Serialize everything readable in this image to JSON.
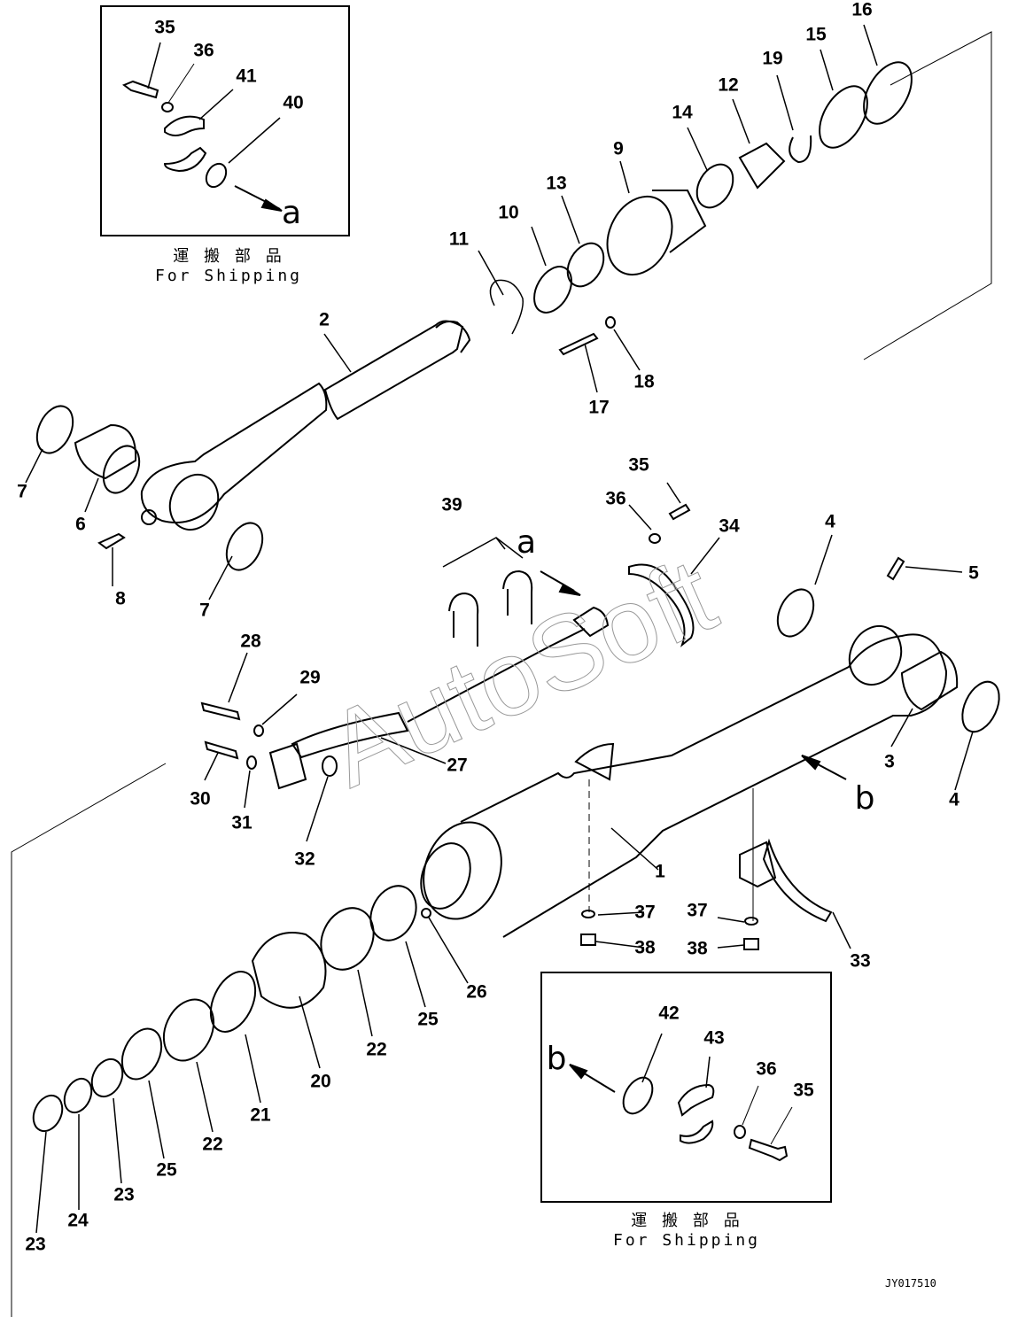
{
  "diagram": {
    "type": "exploded-parts-diagram",
    "drawing_code": "JY017510",
    "watermark": "AutoSoft",
    "inset_a": {
      "caption_jp": "運 搬 部 品",
      "caption_en": "For Shipping",
      "arrow_letter": "a",
      "labels": [
        "35",
        "36",
        "41",
        "40"
      ]
    },
    "inset_b": {
      "caption_jp": "運 搬 部 品",
      "caption_en": "For Shipping",
      "arrow_letter": "b",
      "labels": [
        "42",
        "43",
        "36",
        "35"
      ]
    },
    "view_letters": {
      "a": "a",
      "b": "b"
    },
    "part_labels": {
      "p1": "1",
      "p2": "2",
      "p3": "3",
      "p4a": "4",
      "p4b": "4",
      "p5": "5",
      "p6": "6",
      "p7a": "7",
      "p7b": "7",
      "p8": "8",
      "p9": "9",
      "p10": "10",
      "p11": "11",
      "p12": "12",
      "p13": "13",
      "p14": "14",
      "p15": "15",
      "p16": "16",
      "p17": "17",
      "p18": "18",
      "p19": "19",
      "p20": "20",
      "p21": "21",
      "p22a": "22",
      "p22b": "22",
      "p23a": "23",
      "p23b": "23",
      "p24": "24",
      "p25a": "25",
      "p25b": "25",
      "p26": "26",
      "p27": "27",
      "p28": "28",
      "p29": "29",
      "p30": "30",
      "p31": "31",
      "p32": "32",
      "p33": "33",
      "p34": "34",
      "p35": "35",
      "p36": "36",
      "p37a": "37",
      "p37b": "37",
      "p38a": "38",
      "p38b": "38",
      "p39": "39"
    }
  }
}
